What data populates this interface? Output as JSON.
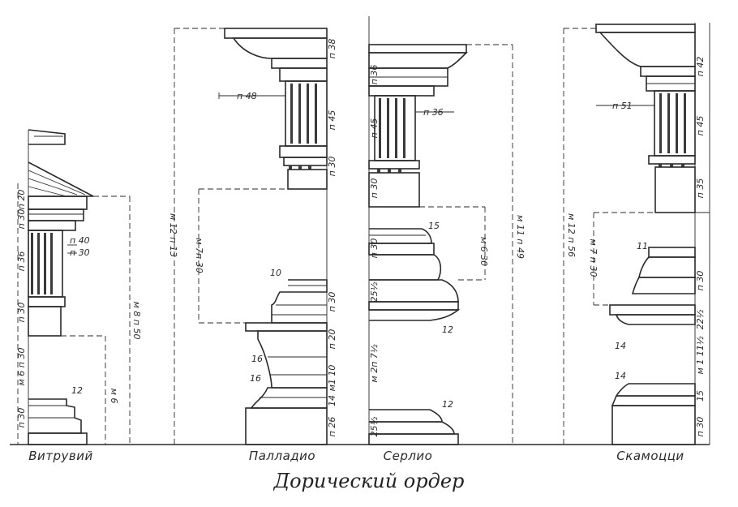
{
  "caption": "Дорический ордер",
  "authors": {
    "vitruvius": "Витрувий",
    "palladio": "Палладио",
    "serlio": "Серлио",
    "scamozzi": "Скамоцци"
  },
  "vitruvius": {
    "mod_left": [
      "п 20",
      "п 30",
      "п 36",
      "п 30",
      "м 6 п 30",
      "п 30"
    ],
    "proj_1": "п 40",
    "proj_2": "п 30",
    "total": "м 8 п 50",
    "pedestal": "м 6",
    "fillet": "12"
  },
  "palladio": {
    "total": "м 12 п 13",
    "between": "м 7п 30",
    "proj": "п 48",
    "mods": [
      "п 38",
      "п 45",
      "п 30",
      "п 30",
      "п 20",
      "м1 10",
      "14",
      "п 26"
    ],
    "fillets": [
      "10",
      "16",
      "16"
    ]
  },
  "serlio": {
    "total": "м 11 п 49",
    "pedestal": "м 6 30",
    "proj": "п 36",
    "mods": [
      "п 36",
      "п 45",
      "п 30",
      "п 30",
      "25½",
      "м 2п 7½",
      "25½"
    ],
    "fillets": [
      "15",
      "12",
      "12"
    ]
  },
  "scamozzi": {
    "total": "м 12 п 56",
    "between": "м 7 п 30",
    "proj": "п 51",
    "mods": [
      "п 42",
      "п 45",
      "п 35",
      "п 30",
      "22½",
      "м 1 11½",
      "15",
      "п 30"
    ],
    "fillets": [
      "11",
      "14",
      "14"
    ]
  }
}
